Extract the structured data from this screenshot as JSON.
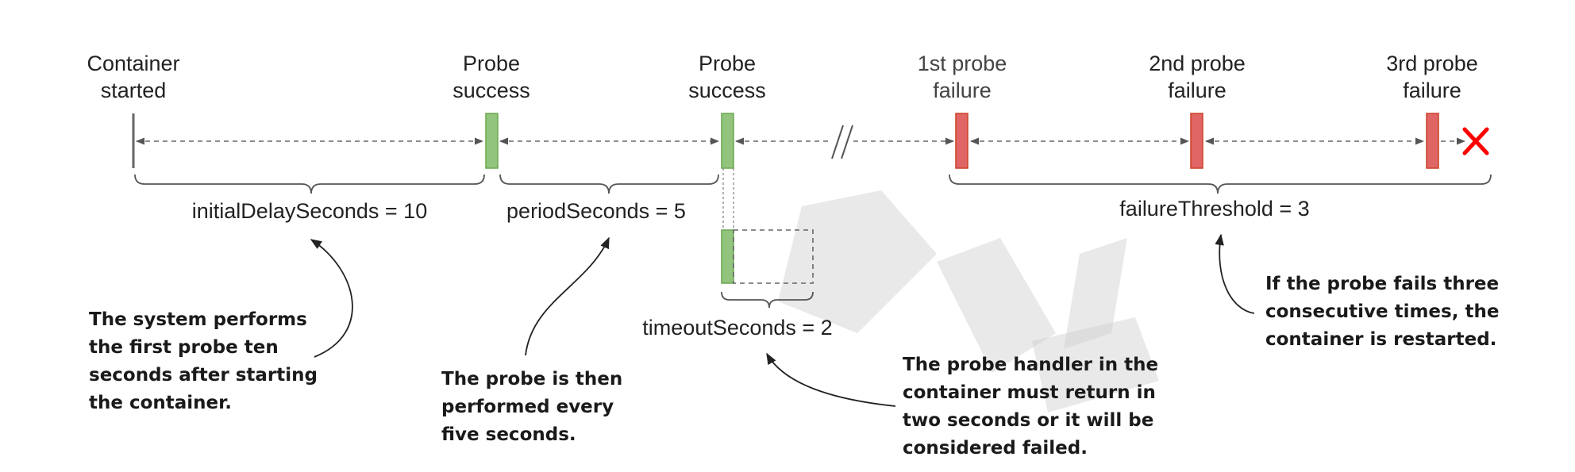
{
  "events": [
    {
      "id": "start",
      "line1": "Container",
      "line2": "started",
      "kind": "start"
    },
    {
      "id": "success1",
      "line1": "Probe",
      "line2": "success",
      "kind": "success"
    },
    {
      "id": "success2",
      "line1": "Probe",
      "line2": "success",
      "kind": "success"
    },
    {
      "id": "failure1",
      "line1": "1st probe",
      "line2": "failure",
      "kind": "failure"
    },
    {
      "id": "failure2",
      "line1": "2nd probe",
      "line2": "failure",
      "kind": "failure"
    },
    {
      "id": "failure3",
      "line1": "3rd probe",
      "line2": "failure",
      "kind": "failure"
    }
  ],
  "params": {
    "initial_delay": "initialDelaySeconds = 10",
    "period": "periodSeconds = 5",
    "timeout": "timeoutSeconds = 2",
    "failure_threshold": "failureThreshold = 3"
  },
  "notes": {
    "initial_delay": [
      "The system performs",
      "the first probe ten",
      "seconds after starting",
      "the container."
    ],
    "period": [
      "The probe is then",
      "performed every",
      "five seconds."
    ],
    "timeout": [
      "The probe handler in the",
      "container must return in",
      "two seconds or it will be",
      "considered failed."
    ],
    "failure": [
      "If the probe fails three",
      "consecutive times, the",
      "container is restarted."
    ]
  },
  "colors": {
    "success_fill": "#93c47d",
    "success_stroke": "#6aa84f",
    "failure_fill": "#e06666",
    "failure_stroke": "#cc4125",
    "restart_mark": "#ff0000",
    "start_line": "#666666"
  },
  "icons": {
    "restart": "x-mark-icon",
    "time_gap": "break-icon",
    "arrowheads": "arrowhead-icon"
  }
}
